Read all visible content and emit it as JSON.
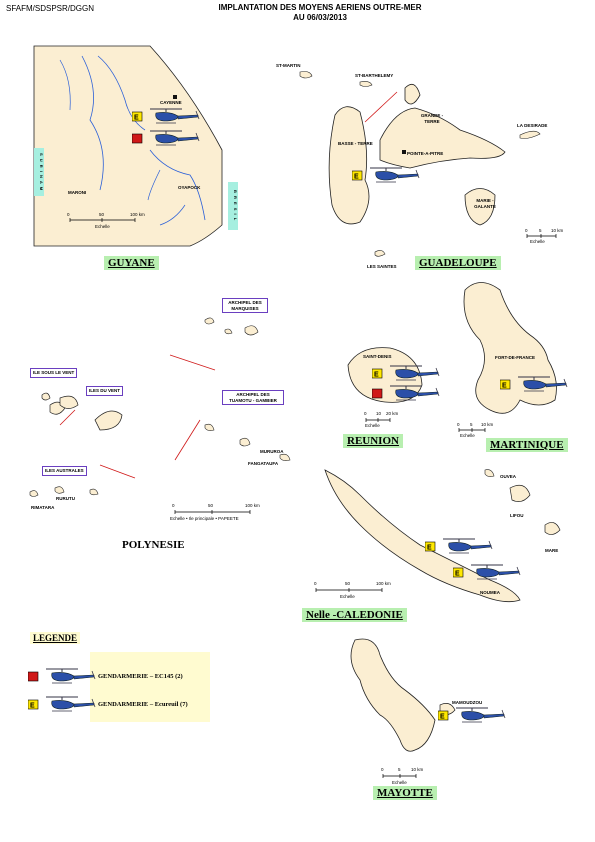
{
  "header": {
    "org": "SFAFM/SDSPSR/DGGN",
    "title_line1": "IMPLANTATION DES MOYENS  AERIENS OUTRE-MER",
    "title_line2": "AU 06/03/2013"
  },
  "regions": {
    "guyane": "GUYANE",
    "guadeloupe": "GUADELOUPE",
    "martinique": "MARTINIQUE",
    "reunion": "REUNION",
    "polynesie": "POLYNESIE",
    "caledonie": "Nelle -CALEDONIE",
    "mayotte": "MAYOTTE"
  },
  "guyane": {
    "cayenne": "CAYENNE",
    "maroni": "MARONI",
    "oyapock": "OYAPOCK",
    "left_strip": "S U R I N A M",
    "right_strip": "B R E S I L",
    "scale": [
      "0",
      "50",
      "100 km"
    ],
    "scale_label": "Echelle"
  },
  "guadeloupe": {
    "st_martin": "ST-MARTIN",
    "st_barthelemy": "ST-BARTHELEMY",
    "grande_terre": "GRANDE - TERRE",
    "la_desirade": "LA DESIRADE",
    "basse_terre": "BASSE - TERRE",
    "pointe_a_pitre": "POINTE-A-PITRE",
    "marie_galante": "MARIE - GALANTE",
    "les_saintes": "LES SAINTES",
    "scale": [
      "0",
      "5",
      "10 km"
    ],
    "scale_label": "Echelle"
  },
  "polynesie": {
    "marquises": "ARCHIPEL DES MARQUISES",
    "sous_le_vent": "ILE SOUS LE VENT",
    "iles_du_vent": "ILES DU VENT",
    "tuamotu": "ARCHIPEL DES TUAMOTU - GAMBIER",
    "australes": "ILES AUSTRALES",
    "rurutu": "RURUTU",
    "rimatara": "RIMATARA",
    "mururoa": "MURUROA",
    "fangataufa": "FANGATAUFA",
    "scale": [
      "0",
      "50",
      "100 km"
    ],
    "scale_label": "Echelle  •  Ile principale   • PAPEETE"
  },
  "reunion": {
    "saint_denis": "SAINT-DENIS",
    "scale": [
      "0",
      "10",
      "20 km"
    ],
    "scale_label": "Echelle"
  },
  "martinique": {
    "fort_de_france": "FORT-DE-FRANCE",
    "scale": [
      "0",
      "5",
      "10 km"
    ],
    "scale_label": "Echelle"
  },
  "caledonie": {
    "ouvea": "OUVEA",
    "lifou": "LIFOU",
    "mare": "MARE",
    "noumea": "NOUMEA",
    "scale": [
      "0",
      "50",
      "100 km"
    ],
    "scale_label": "Echelle"
  },
  "mayotte": {
    "mamoudzou": "MAMOUDZOU",
    "scale": [
      "0",
      "5",
      "10 km"
    ],
    "scale_label": "Echelle"
  },
  "legend": {
    "title": "LEGENDE",
    "ec145": "GENDARMERIE – EC145 (2)",
    "ecureuil": "GENDARMERIE – Ecureuil (7)"
  },
  "colors": {
    "land": "#fbeed2",
    "coast": "#222222",
    "ec145": "#d01818",
    "ecureuil": "#ffe800",
    "region_bg": "#b8efb0",
    "legend_bg": "#fffbd0",
    "river": "#2a5fd8",
    "link_line": "#d01818"
  },
  "icons": {
    "helicopter": "helicopter-icon",
    "ec145_marker": "red-square-e-marker",
    "ecureuil_marker": "yellow-square-e-marker"
  }
}
